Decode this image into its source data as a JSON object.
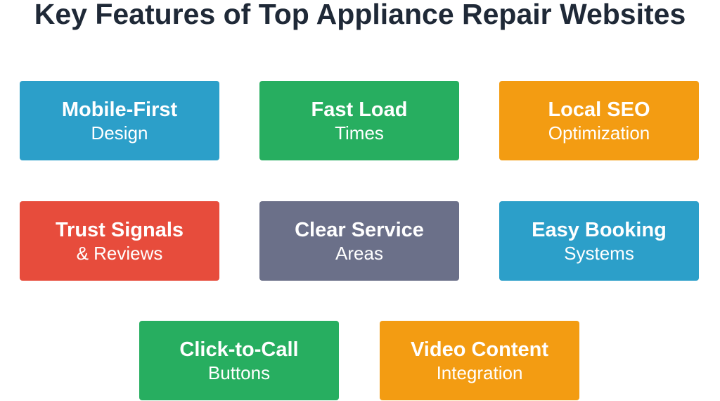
{
  "title": "Key Features of Top Appliance Repair Websites",
  "colors": {
    "blue": "#2c9fc9",
    "green": "#27ae60",
    "orange": "#f39c12",
    "red": "#e74c3c",
    "slate": "#6b7089",
    "title_text": "#1f2937"
  },
  "features": [
    {
      "title": "Mobile-First",
      "subtitle": "Design",
      "color": "#2c9fc9"
    },
    {
      "title": "Fast Load",
      "subtitle": "Times",
      "color": "#27ae60"
    },
    {
      "title": "Local SEO",
      "subtitle": "Optimization",
      "color": "#f39c12"
    },
    {
      "title": "Trust Signals",
      "subtitle": "& Reviews",
      "color": "#e74c3c"
    },
    {
      "title": "Clear Service",
      "subtitle": "Areas",
      "color": "#6b7089"
    },
    {
      "title": "Easy Booking",
      "subtitle": "Systems",
      "color": "#2c9fc9"
    },
    {
      "title": "Click-to-Call",
      "subtitle": "Buttons",
      "color": "#27ae60"
    },
    {
      "title": "Video Content",
      "subtitle": "Integration",
      "color": "#f39c12"
    }
  ]
}
